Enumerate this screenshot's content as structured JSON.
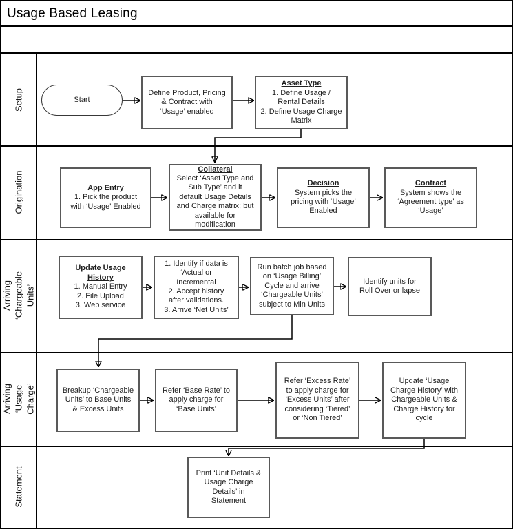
{
  "title": "Usage Based Leasing",
  "lanes": [
    {
      "label": "Setup"
    },
    {
      "label": "Origination"
    },
    {
      "label": "Arriving\n‘Chargeable Units’"
    },
    {
      "label": "Arriving\n‘Usage Charge’"
    },
    {
      "label": "Statement"
    }
  ],
  "nodes": {
    "start": {
      "text": "Start"
    },
    "define_product": {
      "text": "Define Product, Pricing\n& Contract with\n‘Usage’ enabled"
    },
    "asset_type": {
      "title": "Asset Type",
      "text": "1. Define Usage /\nRental Details\n2. Define Usage Charge\nMatrix"
    },
    "app_entry": {
      "title": "App Entry",
      "text": "1. Pick the product\nwith ‘Usage’ Enabled"
    },
    "collateral": {
      "title": "Collateral",
      "text": "Select ‘Asset Type and\nSub Type’ and it\ndefault Usage Details\nand Charge matrix; but\navailable for\nmodification"
    },
    "decision": {
      "title": "Decision",
      "text": "System picks the\npricing with ‘Usage’\nEnabled"
    },
    "contract": {
      "title": "Contract",
      "text": "System shows the\n‘Agreement type’ as\n‘Usage’"
    },
    "update_usage_history": {
      "title": "Update Usage\nHistory",
      "text": "1. Manual Entry\n2. File Upload\n3. Web service"
    },
    "identify_data": {
      "text": "1. Identify if data is\n‘Actual or\nIncremental\n2. Accept history\nafter validations.\n3. Arrive ‘Net Units’"
    },
    "run_batch": {
      "text": "Run batch job based\non ‘Usage Billing’\nCycle and arrive\n‘Chargeable Units’\nsubject to Min Units"
    },
    "rollover": {
      "text": "Identify units for\nRoll Over or lapse"
    },
    "breakup": {
      "text": "Breakup ‘Chargeable\nUnits’ to Base Units\n& Excess Units"
    },
    "base_rate": {
      "text": "Refer ‘Base Rate’ to\napply charge for\n‘Base Units’"
    },
    "excess_rate": {
      "text": "Refer ‘Excess Rate’\nto apply charge for\n‘Excess Units’ after\nconsidering ‘Tiered’\nor ‘Non Tiered’"
    },
    "update_charge_history": {
      "text": "Update ‘Usage\nCharge History’ with\nChargeable Units &\nCharge History for\ncycle"
    },
    "print_statement": {
      "text": "Print ‘Unit Details &\nUsage Charge\nDetails’ in\nStatement"
    }
  },
  "edges": [
    {
      "from": "start",
      "to": "define_product"
    },
    {
      "from": "define_product",
      "to": "asset_type"
    },
    {
      "from": "asset_type",
      "to": "collateral"
    },
    {
      "from": "app_entry",
      "to": "collateral"
    },
    {
      "from": "collateral",
      "to": "decision"
    },
    {
      "from": "decision",
      "to": "contract"
    },
    {
      "from": "update_usage_history",
      "to": "identify_data"
    },
    {
      "from": "identify_data",
      "to": "run_batch"
    },
    {
      "from": "run_batch",
      "to": "rollover"
    },
    {
      "from": "run_batch",
      "to": "breakup"
    },
    {
      "from": "breakup",
      "to": "base_rate"
    },
    {
      "from": "base_rate",
      "to": "excess_rate"
    },
    {
      "from": "excess_rate",
      "to": "update_charge_history"
    },
    {
      "from": "update_charge_history",
      "to": "print_statement"
    }
  ],
  "colors": {
    "line": "#000000",
    "box_border": "#595959",
    "text": "#1f1f1f"
  }
}
